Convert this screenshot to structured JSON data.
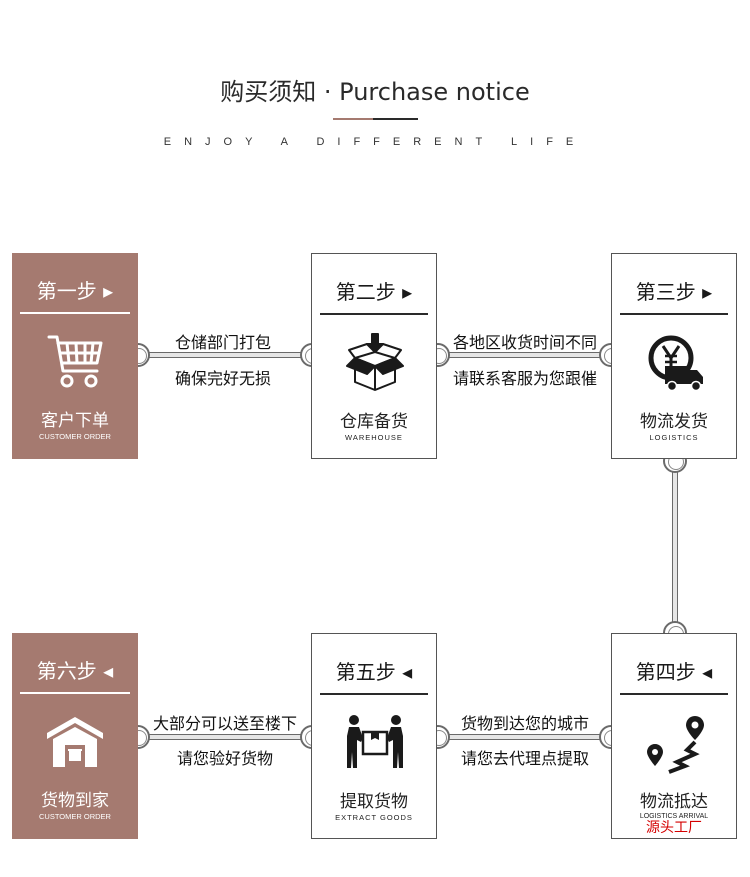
{
  "header": {
    "title": "购买须知 · Purchase notice",
    "subtitle": "ENJOY A DIFFERENT LIFE"
  },
  "steps": [
    {
      "step": "第一步 ▸",
      "name": "客户下单",
      "sub": "CUSTOMER ORDER"
    },
    {
      "step": "第二步 ▸",
      "name": "仓库备货",
      "sub": "WAREHOUSE"
    },
    {
      "step": "第三步 ▸",
      "name": "物流发货",
      "sub": "LOGISTICS"
    },
    {
      "step": "第四步 ◂",
      "name": "物流抵达",
      "sub": "LOGISTICS ARRIVAL"
    },
    {
      "step": "第五步 ◂",
      "name": "提取货物",
      "sub": "EXTRACT GOODS"
    },
    {
      "step": "第六步 ◂",
      "name": "货物到家",
      "sub": "CUSTOMER ORDER"
    }
  ],
  "connectors": {
    "c12": [
      "仓储部门打包",
      "确保完好无损"
    ],
    "c23": [
      "各地区收货时间不同",
      "请联系客服为您跟催"
    ],
    "c45": [
      "货物到达您的城市",
      "请您去代理点提取"
    ],
    "c56": [
      "大部分可以送至楼下",
      "请您验好货物"
    ]
  },
  "brand_note": "源头工厂",
  "colors": {
    "accent": "#a57a70",
    "dark": "#2a2a2a",
    "brand_red": "#d40000"
  },
  "icons": [
    "shopping-cart-icon",
    "open-box-icon",
    "clock-truck-icon",
    "map-route-icon",
    "movers-box-icon",
    "warehouse-icon"
  ]
}
